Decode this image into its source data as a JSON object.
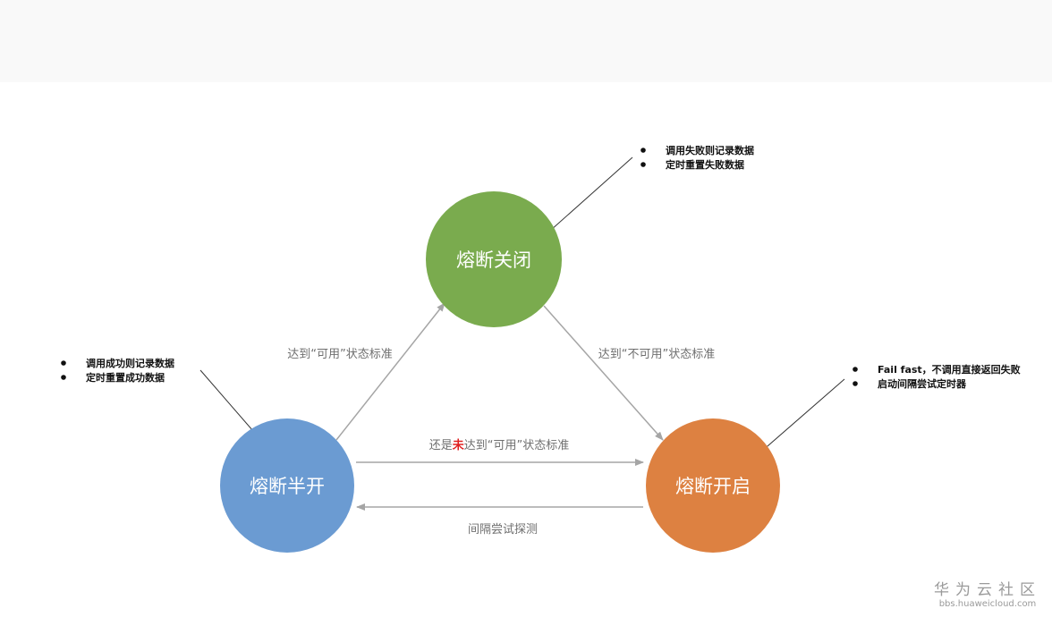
{
  "states": {
    "closed": {
      "label": "熔断关闭",
      "color": "#7aab4e"
    },
    "open": {
      "label": "熔断开启",
      "color": "#dd8141"
    },
    "half_open": {
      "label": "熔断半开",
      "color": "#6b9bd2"
    }
  },
  "transitions": {
    "half_to_closed": "达到“可用”状态标准",
    "closed_to_open": "达到“不可用”状态标准",
    "half_to_open": {
      "prefix": "还是",
      "highlight": "未",
      "suffix": "达到“可用”状态标准"
    },
    "open_to_half": "间隔尝试探测"
  },
  "notes": {
    "closed": [
      "调用失败则记录数据",
      "定时重置失败数据"
    ],
    "open": [
      "Fail fast，不调用直接返回失败",
      "启动间隔尝试定时器"
    ],
    "half_open": [
      "调用成功则记录数据",
      "定时重置成功数据"
    ]
  },
  "colors": {
    "edge": "#a5a5a5",
    "edge_text": "#6f6f6f",
    "highlight": "#e02020",
    "leader_line": "#333333"
  },
  "watermark": {
    "title": "华为云社区",
    "url": "bbs.huaweicloud.com"
  }
}
